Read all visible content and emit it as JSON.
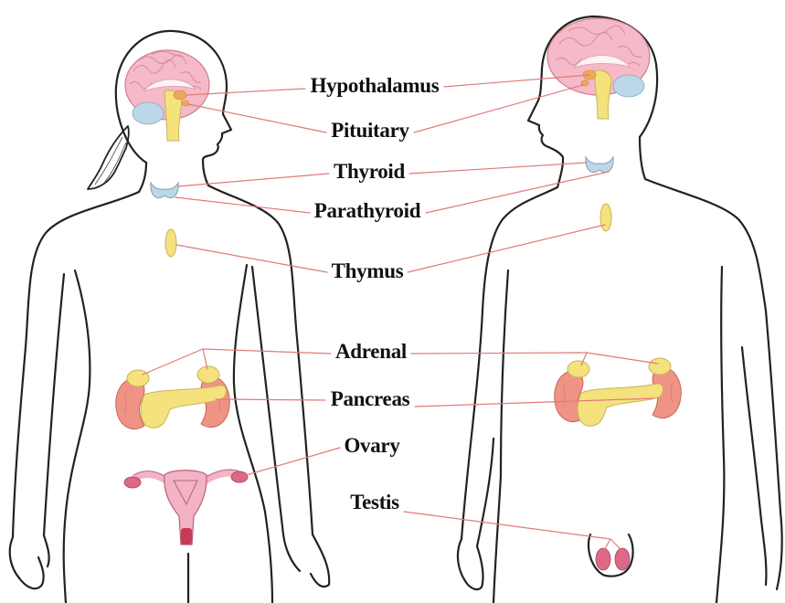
{
  "figure": {
    "labels": {
      "hypothalamus": "Hypothalamus",
      "pituitary": "Pituitary",
      "thyroid": "Thyroid",
      "parathyroid": "Parathyroid",
      "thymus": "Thymus",
      "adrenal": "Adrenal",
      "pancreas": "Pancreas",
      "ovary": "Ovary",
      "testis": "Testis"
    }
  },
  "colors": {
    "outline": "#222222",
    "leader": "#e07a7a",
    "brain": "#f5b9c7",
    "gland": "#f5e27c",
    "thyroid": "#bcd8e8",
    "kidney": "#ef9484",
    "uterus": "#f2b4c4",
    "testis": "#dc6a86"
  }
}
